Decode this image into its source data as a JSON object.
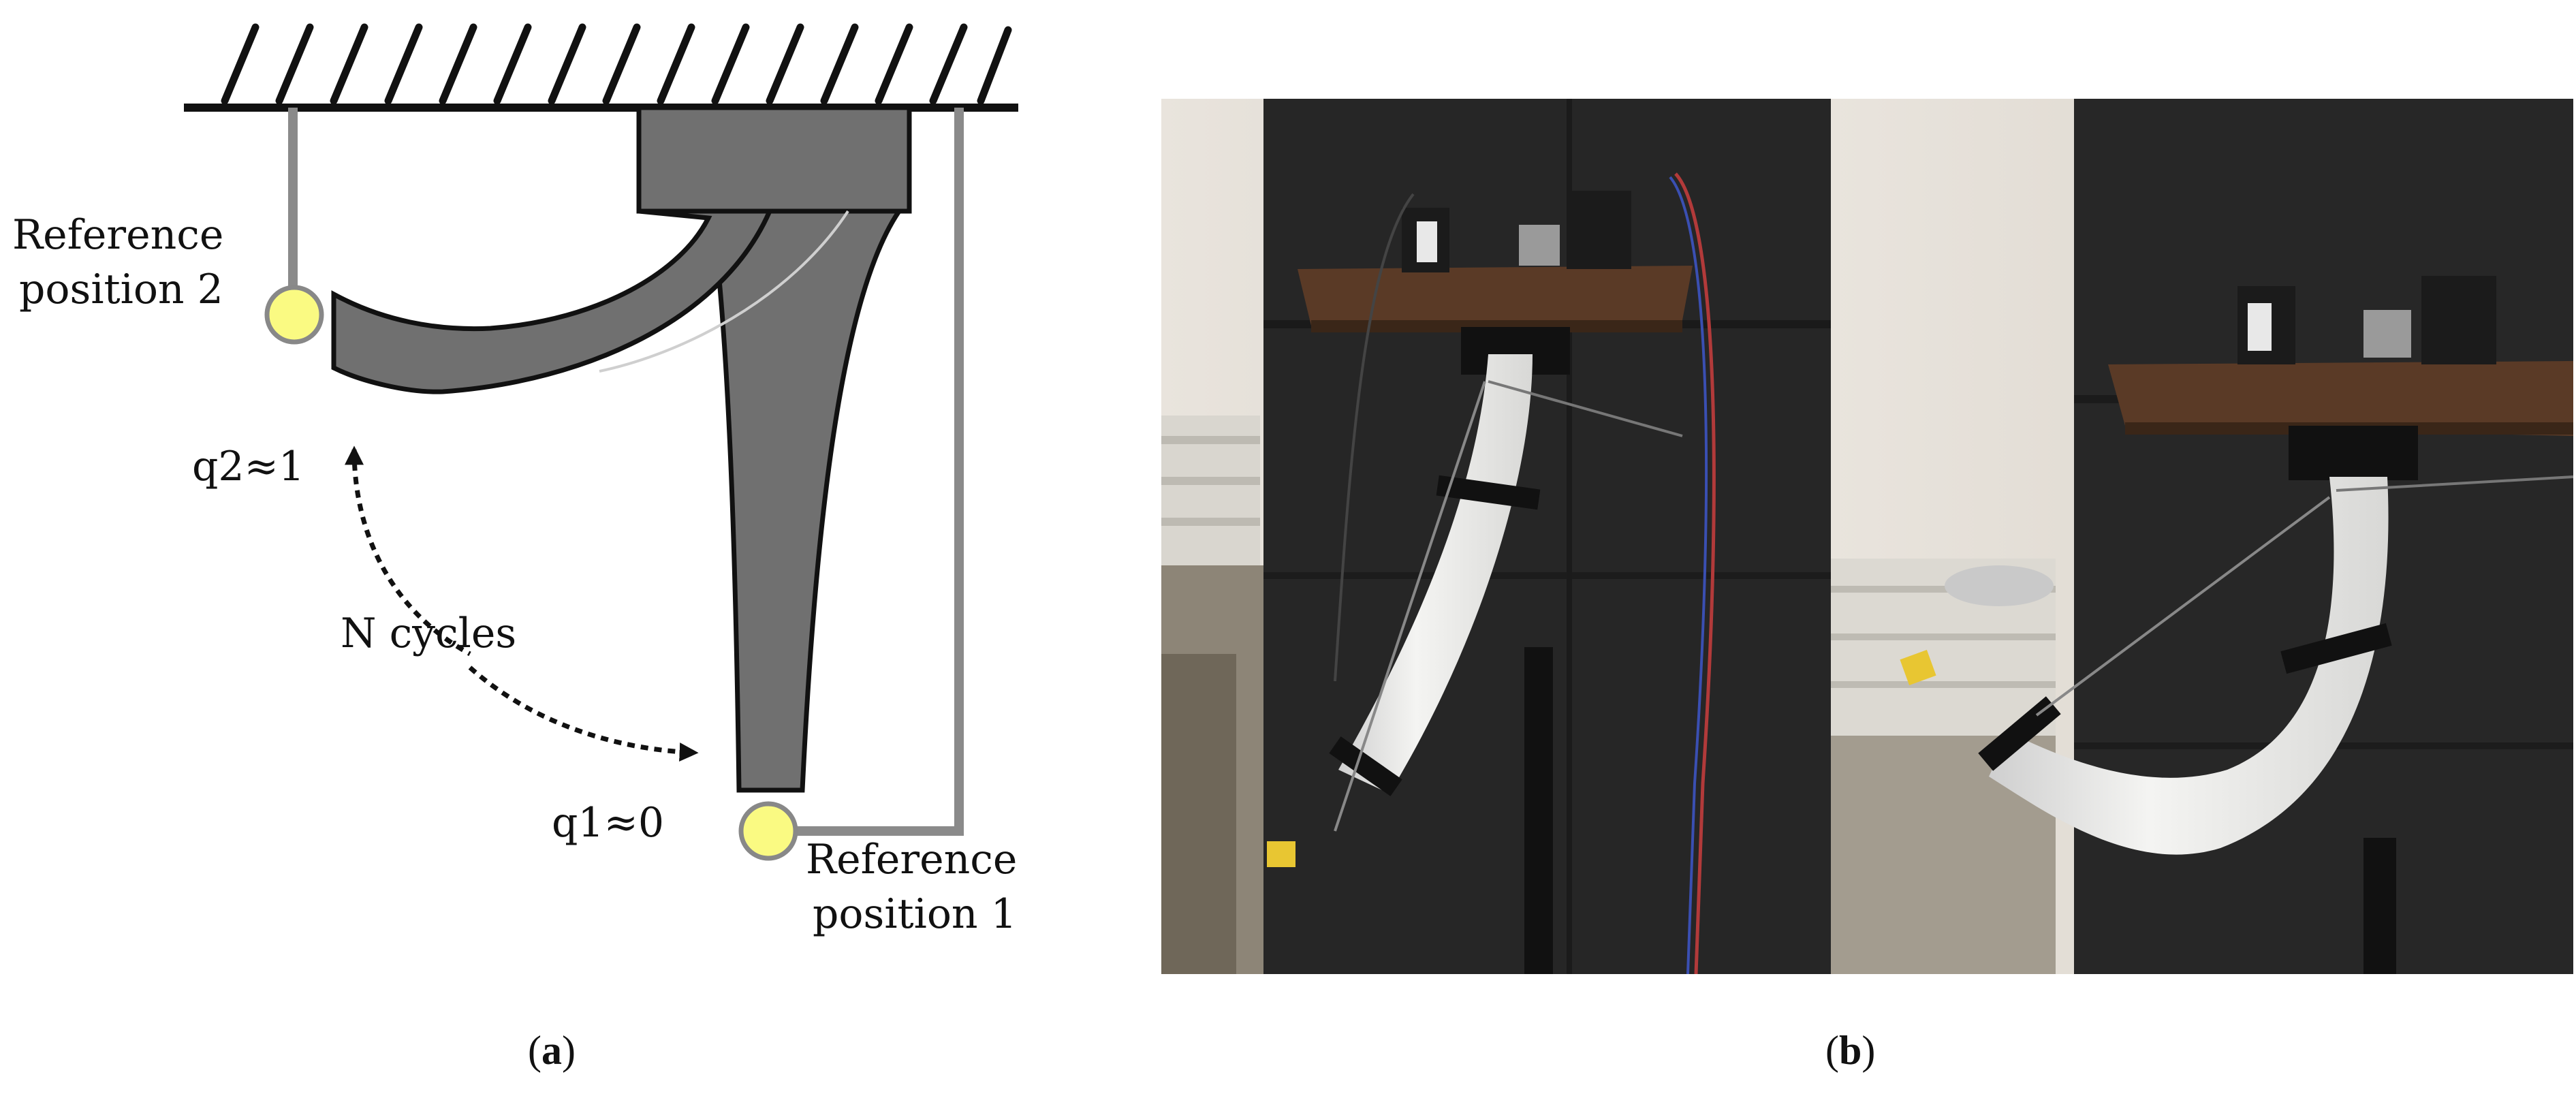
{
  "panel_a": {
    "label_letter": "a",
    "reference_position_2": [
      "Reference",
      "position 2"
    ],
    "reference_position_1": [
      "Reference",
      "position 1"
    ],
    "q2_label": "q2≈1",
    "q1_label": "q1≈0",
    "cycles_label": "N cycles"
  },
  "panel_b": {
    "label_letter": "b"
  },
  "colors": {
    "actuator_fill": "#707070",
    "reference_marker": "#fafa82",
    "support_line": "#8a8a8a"
  }
}
